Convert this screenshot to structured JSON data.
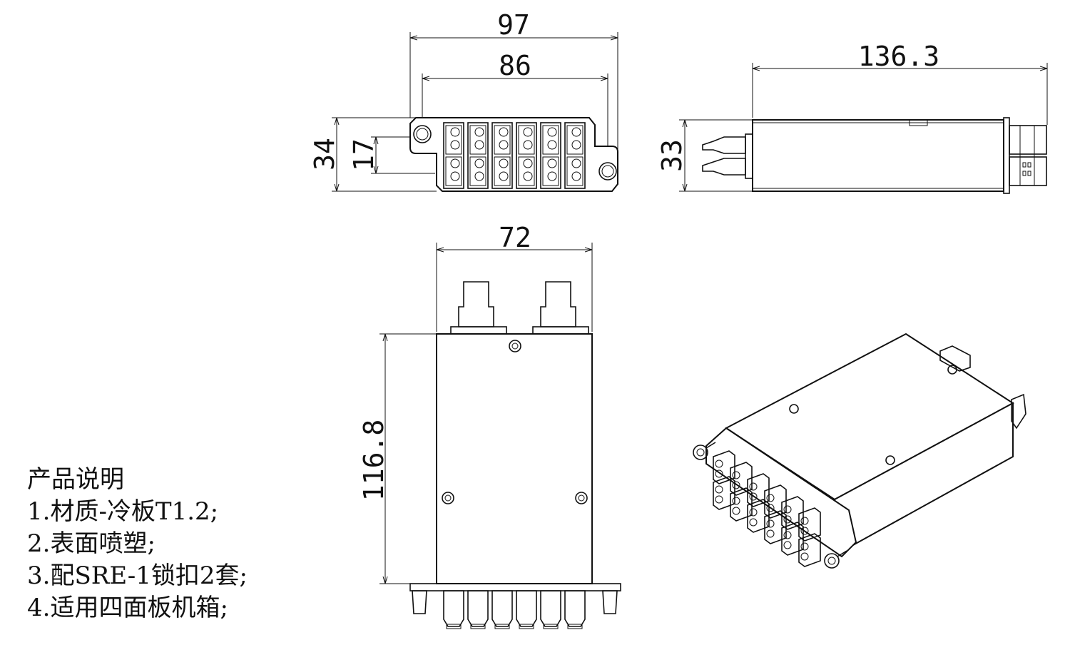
{
  "dimensions": {
    "front_total_width": "97",
    "front_hole_spacing": "86",
    "front_height": "34",
    "front_port_pitch": "17",
    "side_length": "136.3",
    "side_height": "33",
    "top_width": "72",
    "top_length": "116.8"
  },
  "notes": {
    "title": "产品说明",
    "items": [
      "1.材质-冷板T1.2;",
      "2.表面喷塑;",
      "3.配SRE-1锁扣2套;",
      "4.适用四面板机箱;"
    ]
  },
  "colors": {
    "line": "#111111",
    "background": "#ffffff"
  }
}
